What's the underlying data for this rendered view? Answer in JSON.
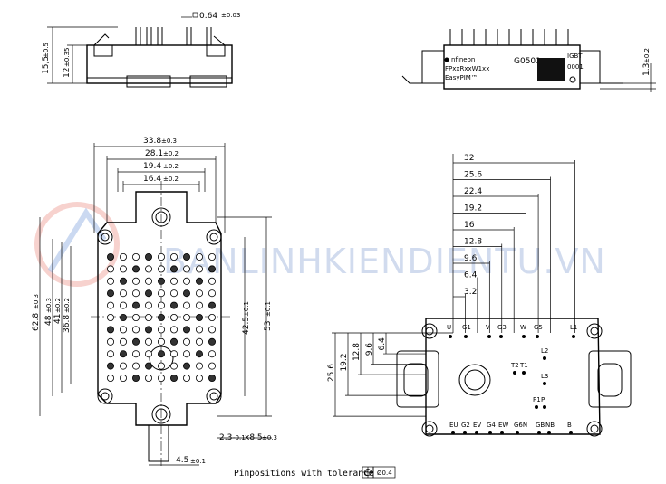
{
  "watermark": "BANLINHKIENDIENTU.VN",
  "side_view": {
    "height_total": "15,5",
    "height_total_tol": "±0.5",
    "height_body": "12",
    "height_body_tol": "±0.35",
    "pin_thickness": "0.64",
    "pin_thickness_tol": "±0.03"
  },
  "front_view": {
    "marking_line1": "G0501",
    "marking_line2": "FPxxRxxW1xx",
    "marking_line3": "EasyPIM™",
    "brand": "nfineon",
    "type_label": "IGBT",
    "code_label": "0001",
    "offset": "1.3",
    "offset_tol": "±0.2"
  },
  "top_view": {
    "width_total": "33.8",
    "width_total_tol": "±0.3",
    "width_2": "28.1",
    "width_2_tol": "±0.2",
    "width_3": "19.4",
    "width_3_tol": "±0.2",
    "width_4": "16.4",
    "width_4_tol": "±0.2",
    "height_total": "62.8",
    "height_total_tol": "±0.3",
    "height_2": "48",
    "height_2_tol": "±0.3",
    "height_3": "41",
    "height_3_tol": "±0.2",
    "height_4": "36.8",
    "height_4_tol": "±0.2",
    "height_right": "42.5",
    "height_right_tol": "±0.1",
    "height_right2": "53",
    "height_right2_tol": "±0.1",
    "hole_dim": "2.3",
    "hole_dim_tol": "-0.1",
    "hole_dim2": "x8.5",
    "hole_dim2_tol": "±0.3",
    "tab_width": "4.5",
    "tab_width_tol": "±0.1"
  },
  "pin_layout": {
    "x_dims": [
      "32",
      "25.6",
      "22.4",
      "19.2",
      "16",
      "12.8",
      "9.6",
      "6.4",
      "3.2"
    ],
    "y_dims": [
      "25.6",
      "19.2",
      "12.8",
      "9.6",
      "6.4"
    ],
    "top_pins": [
      "U",
      "G1",
      "V",
      "G3",
      "W",
      "G5",
      "L1"
    ],
    "mid_pins": [
      "L2",
      "T2",
      "T1",
      "L3",
      "P1",
      "P"
    ],
    "bottom_pins": [
      "EU",
      "G2",
      "EV",
      "G4",
      "EW",
      "G6N",
      "GB",
      "NB",
      "B"
    ]
  },
  "note": "Pinpositions with tolerance",
  "note_tol": "Ø0.4"
}
